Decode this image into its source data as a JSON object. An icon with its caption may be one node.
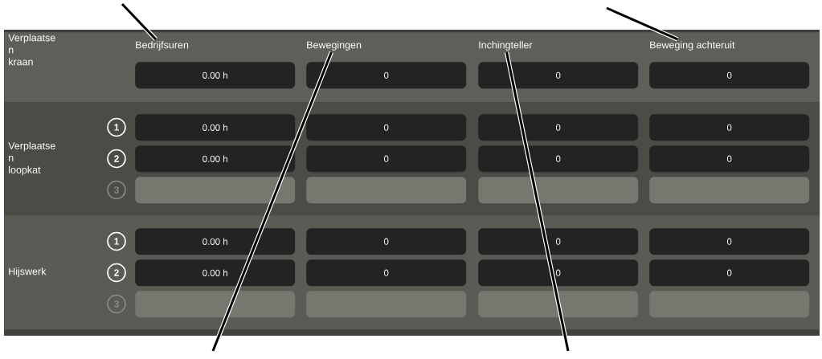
{
  "diagram": {
    "nodes": [
      {
        "text": [
          "Verplaatse n kraan"
        ]
      },
      {
        "text": [
          "Bedrijfsuren"
        ],
        "in": 0
      },
      {
        "text": [
          "Bewegingen"
        ],
        "in": 0
      },
      {
        "text": [
          "Inchingteller"
        ],
        "in": 0
      },
      {
        "text": [
          "Beweging achteruit"
        ],
        "in": 0
      },
      {
        "text": [
          "0.00 h"
        ],
        "in": 0
      },
      {
        "text": [
          "0"
        ],
        "in": 0
      },
      {
        "text": [
          "0"
        ],
        "in": 0
      },
      {
        "text": [
          "0"
        ],
        "in": 0
      },
      {
        "text": [
          "Verplaatse n loopkat"
        ]
      },
      {
        "text": [
          "1"
        ],
        "in": 9
      },
      {
        "text": [
          "0.00 h"
        ],
        "in": 9
      },
      {
        "text": [
          "0"
        ],
        "in": 9
      },
      {
        "text": [
          "0"
        ],
        "in": 9
      },
      {
        "text": [
          "0"
        ],
        "in": 9
      },
      {
        "text": [
          "2"
        ],
        "in": 9
      },
      {
        "text": [
          "0.00 h"
        ],
        "in": 9
      },
      {
        "text": [
          "0"
        ],
        "in": 9
      },
      {
        "text": [
          "0"
        ],
        "in": 9
      },
      {
        "text": [
          "0"
        ],
        "in": 9
      },
      {
        "text": [
          "3"
        ],
        "in": 9
      },
      {
        "text": [],
        "shape": "box",
        "in": 9
      },
      {
        "text": [],
        "shape": "box",
        "in": 9
      },
      {
        "text": [],
        "shape": "box",
        "in": 9
      },
      {
        "text": [],
        "shape": "box",
        "in": 9
      },
      {
        "text": [
          "Hijswerk"
        ]
      },
      {
        "text": [
          "1"
        ],
        "in": 25
      },
      {
        "text": [
          "0.00 h"
        ],
        "in": 25
      },
      {
        "text": [
          "0"
        ],
        "in": 25
      },
      {
        "text": [
          "0"
        ],
        "in": 25
      },
      {
        "text": [
          "0"
        ],
        "in": 25
      },
      {
        "text": [
          "2"
        ],
        "in": 25
      },
      {
        "text": [
          "0.00 h"
        ],
        "in": 25
      },
      {
        "text": [
          "0"
        ],
        "in": 25
      },
      {
        "text": [
          "0"
        ],
        "in": 25
      },
      {
        "text": [
          "0"
        ],
        "in": 25
      },
      {
        "text": [
          "3"
        ],
        "in": 25
      },
      {
        "text": [],
        "shape": "box",
        "in": 25
      },
      {
        "text": [],
        "shape": "box",
        "in": 25
      },
      {
        "text": [],
        "shape": "box",
        "in": 25
      },
      {
        "text": [],
        "shape": "box",
        "in": 25
      }
    ],
    "edges": [
      {
        "from": null,
        "to": 1,
        "arrow": "none"
      },
      {
        "from": null,
        "to": 2,
        "arrow": "none"
      },
      {
        "from": null,
        "to": 3,
        "arrow": "none"
      },
      {
        "from": null,
        "to": 4,
        "arrow": "none"
      }
    ]
  }
}
